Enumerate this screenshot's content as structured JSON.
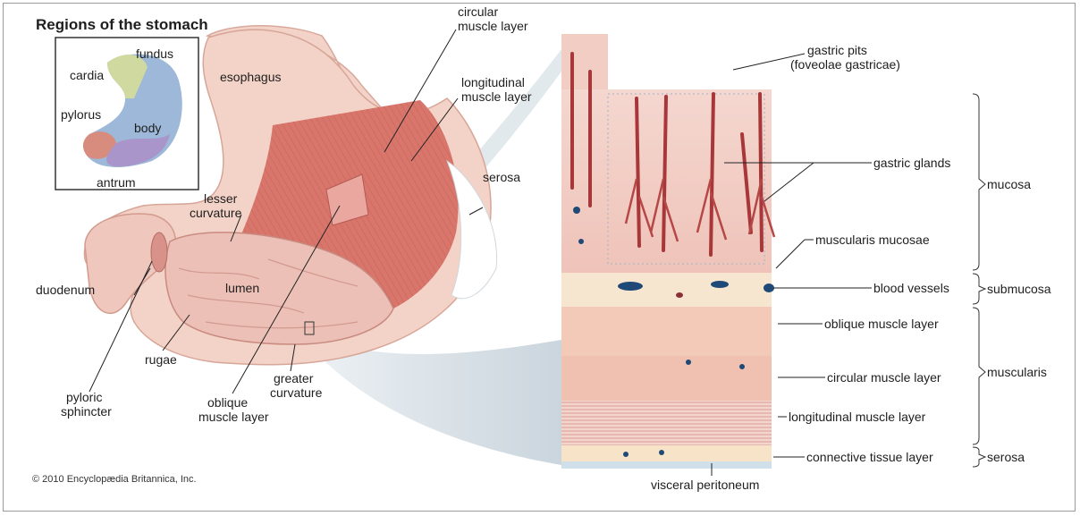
{
  "title": "Regions of the stomach",
  "inset_labels": {
    "fundus": "fundus",
    "cardia": "cardia",
    "pylorus": "pylorus",
    "body": "body",
    "antrum": "antrum"
  },
  "stomach_labels": {
    "esophagus": "esophagus",
    "circular_muscle": [
      "circular",
      "muscle layer"
    ],
    "longitudinal_muscle": [
      "longitudinal",
      "muscle layer"
    ],
    "serosa": "serosa",
    "lesser_curvature": [
      "lesser",
      "curvature"
    ],
    "duodenum": "duodenum",
    "lumen": "lumen",
    "rugae": "rugae",
    "pyloric_sphincter": [
      "pyloric",
      "sphincter"
    ],
    "oblique_muscle": [
      "oblique",
      "muscle layer"
    ],
    "greater_curvature": [
      "greater",
      "curvature"
    ]
  },
  "wall_labels": {
    "gastric_pits": [
      "gastric pits",
      "(foveolae gastricae)"
    ],
    "gastric_glands": "gastric glands",
    "muscularis_mucosae": "muscularis mucosae",
    "blood_vessels": "blood vessels",
    "oblique_muscle_layer": "oblique muscle layer",
    "circular_muscle_layer": "circular muscle layer",
    "longitudinal_muscle_layer": "longitudinal muscle layer",
    "connective_tissue_layer": "connective tissue layer",
    "visceral_peritoneum": "visceral peritoneum"
  },
  "layer_groups": {
    "mucosa": "mucosa",
    "submucosa": "submucosa",
    "muscularis": "muscularis",
    "serosa": "serosa"
  },
  "copyright": "© 2010 Encyclopædia Britannica, Inc.",
  "colors": {
    "tissue_pink": "#f2c6bc",
    "muscle_red": "#c85a52",
    "lining_pink": "#e8b3ad",
    "gland_red": "#a8373a",
    "vessel_blue": "#1f4a78",
    "zoom_grey": "#c3cfd8"
  }
}
